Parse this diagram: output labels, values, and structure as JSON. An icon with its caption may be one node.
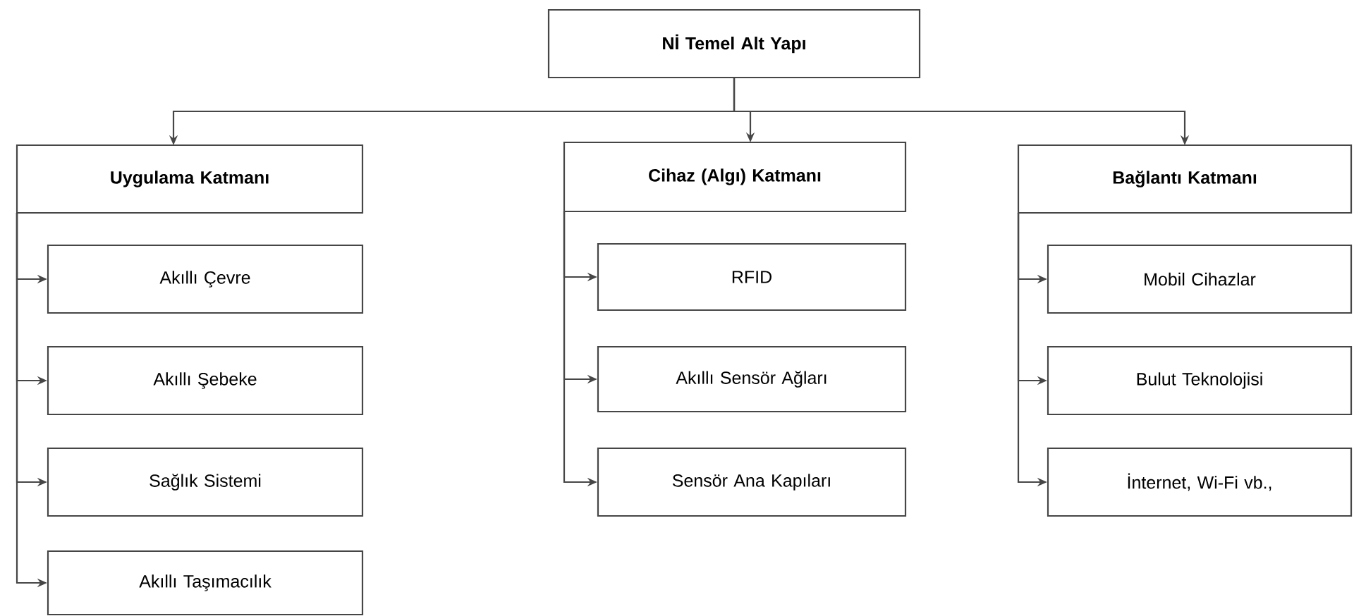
{
  "diagram": {
    "nodes": [
      {
        "text": [
          "Nİ Temel Alt Yapı"
        ]
      },
      {
        "text": [
          "Uygulama Katmanı"
        ]
      },
      {
        "text": [
          "Cihaz (Algı) Katmanı"
        ]
      },
      {
        "text": [
          "Bağlantı Katmanı"
        ]
      },
      {
        "text": [
          "Akıllı Çevre"
        ]
      },
      {
        "text": [
          "Akıllı Şebeke"
        ]
      },
      {
        "text": [
          "Sağlık Sistemi"
        ]
      },
      {
        "text": [
          "Akıllı Taşımacılık"
        ]
      },
      {
        "text": [
          "RFID"
        ]
      },
      {
        "text": [
          "Akıllı Sensör Ağları"
        ]
      },
      {
        "text": [
          "Sensör Ana Kapıları"
        ]
      },
      {
        "text": [
          "Mobil Cihazlar"
        ]
      },
      {
        "text": [
          "Bulut Teknolojisi"
        ]
      },
      {
        "text": [
          "İnternet, Wi-Fi vb.,"
        ]
      }
    ],
    "edges": [
      {
        "from": 0,
        "to": 1,
        "arrow": "to"
      },
      {
        "from": 0,
        "to": 2,
        "arrow": "to"
      },
      {
        "from": 0,
        "to": 3,
        "arrow": "to"
      },
      {
        "from": 1,
        "to": 4,
        "arrow": "to"
      },
      {
        "from": 1,
        "to": 5,
        "arrow": "to"
      },
      {
        "from": 1,
        "to": 6,
        "arrow": "to"
      },
      {
        "from": 1,
        "to": 7,
        "arrow": "to"
      },
      {
        "from": 2,
        "to": 8,
        "arrow": "to"
      },
      {
        "from": 2,
        "to": 9,
        "arrow": "to"
      },
      {
        "from": 2,
        "to": 10,
        "arrow": "to"
      },
      {
        "from": 3,
        "to": 11,
        "arrow": "to"
      },
      {
        "from": 3,
        "to": 12,
        "arrow": "to"
      },
      {
        "from": 3,
        "to": 13,
        "arrow": "to"
      }
    ]
  }
}
